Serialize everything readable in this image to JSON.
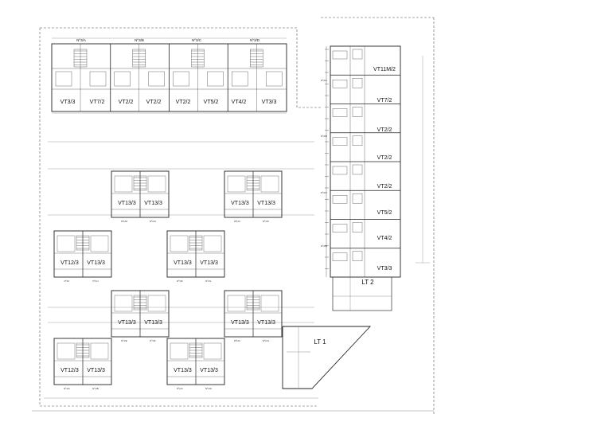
{
  "top_row": {
    "headers": [
      "Nº3/A",
      "Nº3/B",
      "Nº3/C",
      "Nº3/D"
    ],
    "units": [
      "VT3/3",
      "VT7/2",
      "VT2/2",
      "VT2/2",
      "VT2/2",
      "VT5/2",
      "VT4/2",
      "VT3/3"
    ]
  },
  "right_column": {
    "units": [
      "VT11M/2",
      "VT7/2",
      "VT2/2",
      "VT2/2",
      "VT2/2",
      "VT5/2",
      "VT4/2",
      "VT3/3"
    ],
    "tags": [
      "Nº4/A",
      "Nº4/B",
      "Nº4/C",
      "Nº4/D"
    ]
  },
  "blocks": [
    {
      "units": [
        "VT13/3",
        "VT13/3"
      ],
      "tags": [
        "Nº1/M",
        "Nº1/N"
      ]
    },
    {
      "units": [
        "VT13/3",
        "VT13/3"
      ],
      "tags": [
        "Nº1/O",
        "Nº1/P"
      ]
    },
    {
      "units": [
        "VT12/3",
        "VT13/3"
      ],
      "tags": [
        "Nº1/I",
        "Nº1/J"
      ]
    },
    {
      "units": [
        "VT13/3",
        "VT13/3"
      ],
      "tags": [
        "Nº1/K",
        "Nº1/L"
      ]
    },
    {
      "units": [
        "VT13/3",
        "VT13/3"
      ],
      "tags": [
        "Nº1/E",
        "Nº1/F"
      ]
    },
    {
      "units": [
        "VT13/3",
        "VT13/3"
      ],
      "tags": [
        "Nº1/G",
        "Nº1/H"
      ]
    },
    {
      "units": [
        "VT12/3",
        "VT13/3"
      ],
      "tags": [
        "Nº1/A",
        "Nº1/B"
      ]
    },
    {
      "units": [
        "VT13/3",
        "VT13/3"
      ],
      "tags": [
        "Nº1/C",
        "Nº1/D"
      ]
    }
  ],
  "zones": {
    "lt1": "LT 1",
    "lt2": "LT 2"
  }
}
